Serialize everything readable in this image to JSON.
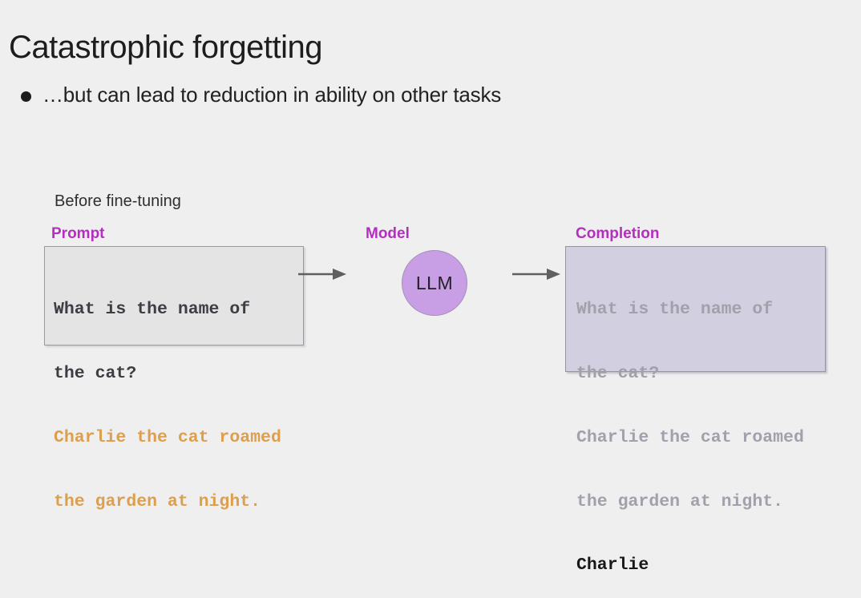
{
  "slide": {
    "title": "Catastrophic forgetting",
    "bullet_text": "…but can lead to reduction in ability on other tasks",
    "stage_label": "Before fine-tuning",
    "column_labels": {
      "prompt": "Prompt",
      "model": "Model",
      "completion": "Completion"
    },
    "prompt_box": {
      "question_lines": [
        "What is the name of",
        "the cat?"
      ],
      "answer_lines": [
        "Charlie the cat roamed",
        "the garden at night."
      ]
    },
    "model_node": {
      "label": "LLM"
    },
    "completion_box": {
      "echo_lines": [
        "What is the name of",
        "the cat?",
        "Charlie the cat roamed",
        "the garden at night."
      ],
      "new_completion": "Charlie"
    },
    "colors": {
      "background": "#efefef",
      "accent_magenta": "#b42fc0",
      "answer_orange": "#dd9f4e",
      "model_purple_fill": "#c89ee4",
      "completion_lavender_fill": "#d2cfe0",
      "prompt_gray_fill": "#e4e4e5",
      "echo_text_gray": "#a3a0ac",
      "arrow_gray": "#5f5f5f"
    }
  }
}
